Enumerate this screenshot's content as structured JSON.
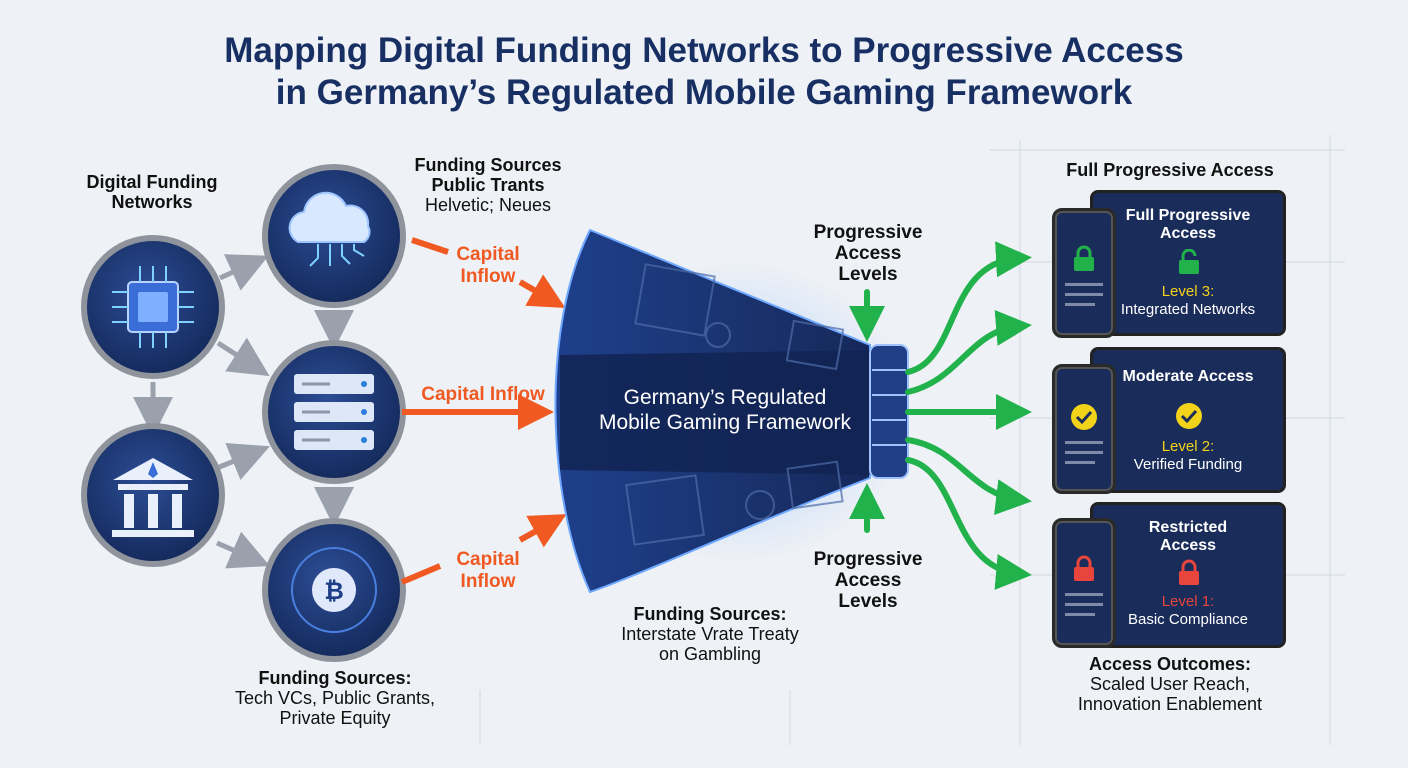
{
  "title": {
    "line1": "Mapping Digital Funding Networks to Progressive Access",
    "line2": "in Germany’s Regulated Mobile Gaming Framework"
  },
  "left": {
    "networks_label": {
      "line1": "Digital Funding",
      "line2": "Networks"
    },
    "top_sources": {
      "line1": "Funding Sources",
      "line2": "Public Trants",
      "line3": "Helvetic; Neues"
    },
    "bottom_sources": {
      "line1": "Funding Sources:",
      "line2": "Tech VCs, Public Grants,",
      "line3": "Private Equity"
    }
  },
  "inflows": {
    "top": {
      "line1": "Capital",
      "line2": "Inflow"
    },
    "middle": "Capital Inflow",
    "bottom": {
      "line1": "Capital",
      "line2": "Inflow"
    }
  },
  "framework": {
    "line1": "Germany’s Regulated",
    "line2": "Mobile Gaming Framework",
    "sources": {
      "line1": "Funding Sources:",
      "line2": "Interstate Vrate Treaty",
      "line3": "on Gambling"
    }
  },
  "access_levels_top": {
    "line1": "Progressive",
    "line2": "Access",
    "line3": "Levels"
  },
  "access_levels_bottom": {
    "line1": "Progressive",
    "line2": "Access",
    "line3": "Levels"
  },
  "right": {
    "header": "Full Progressive Access",
    "tiers": [
      {
        "title1": "Full Progressive",
        "title2": "Access",
        "level": "Level 3:",
        "desc": "Integrated Networks",
        "status": "unlocked",
        "color": "#22b24c"
      },
      {
        "title1": "Moderate Access",
        "title2": "",
        "level": "Level 2:",
        "desc": "Verified Funding",
        "status": "verified",
        "color": "#f3d21a"
      },
      {
        "title1": "Restricted",
        "title2": "Access",
        "level": "Level 1:",
        "desc": "Basic Compliance",
        "status": "locked",
        "color": "#e8453c"
      }
    ],
    "outcomes": {
      "line1": "Access Outcomes:",
      "line2": "Scaled User Reach,",
      "line3": "Innovation Enablement"
    }
  },
  "colors": {
    "navy": "#172f63",
    "orange": "#f05a22",
    "green": "#22b24c",
    "arrow_gray": "#9aa1ad"
  }
}
